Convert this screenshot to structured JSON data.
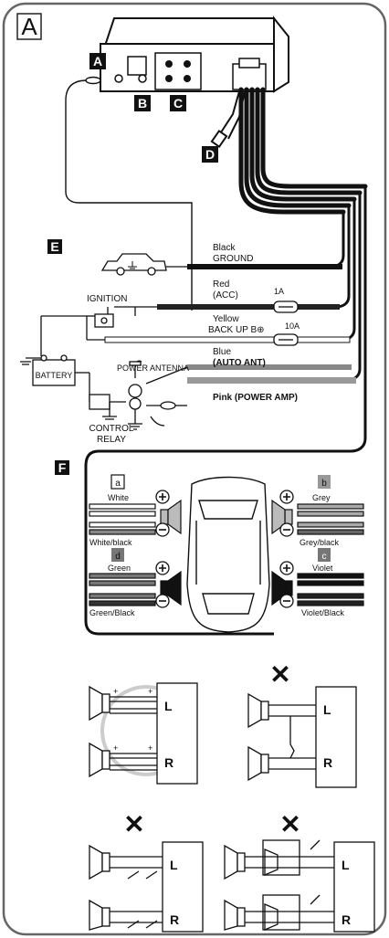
{
  "section_label": "A",
  "callouts": {
    "a": "A",
    "b": "B",
    "c": "C",
    "d": "D",
    "e": "E",
    "f": "F"
  },
  "wires": {
    "black": "Black",
    "ground": "GROUND",
    "red": "Red",
    "acc": "(ACC)",
    "fuse1": "1A",
    "yellow": "Yellow",
    "backup": "BACK UP B⊕",
    "fuse2": "10A",
    "blue": "Blue",
    "auto_ant": "(AUTO ANT)",
    "pink": "Pink (POWER AMP)"
  },
  "components": {
    "ignition": "IGNITION",
    "battery": "BATTERY",
    "power_antenna": "POWER ANTENNA",
    "control_relay_1": "CONTROL",
    "control_relay_2": "RELAY"
  },
  "speakers": {
    "a_tag": "a",
    "a_plus": "White",
    "a_minus": "White/black",
    "b_tag": "b",
    "b_plus": "Grey",
    "b_minus": "Grey/black",
    "d_tag": "d",
    "d_plus": "Green",
    "d_minus": "Green/Black",
    "c_tag": "c",
    "c_plus": "Violet",
    "c_minus": "Violet/Black"
  },
  "examples": {
    "cross": "✕",
    "L": "L",
    "R": "R",
    "plus": "+",
    "minus": "−"
  }
}
